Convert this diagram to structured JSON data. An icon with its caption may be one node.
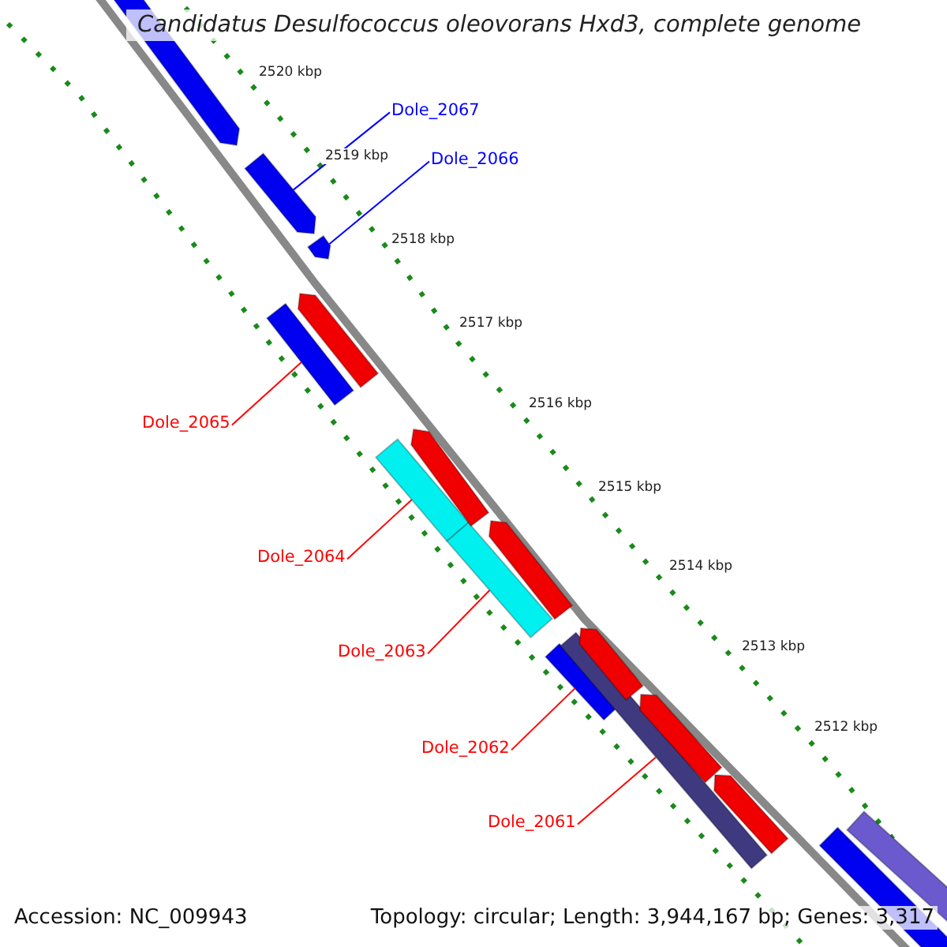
{
  "diagram": {
    "title": "Candidatus Desulfococcus oleovorans Hxd3, complete genome",
    "nodes": [
      {
        "text": [
          "Dole_2067"
        ]
      },
      {
        "text": [
          "Dole_2066"
        ]
      },
      {
        "text": [
          "Dole_2065"
        ]
      },
      {
        "text": [
          "Dole_2064"
        ]
      },
      {
        "text": [
          "Dole_2063"
        ]
      },
      {
        "text": [
          "Dole_2062"
        ]
      },
      {
        "text": [
          "Dole_2061"
        ]
      },
      {
        "text": [],
        "shape": "bar"
      },
      {
        "text": [],
        "shape": "bar"
      },
      {
        "text": [],
        "shape": "bar"
      },
      {
        "text": [],
        "shape": "bar"
      },
      {
        "text": [],
        "shape": "bar"
      },
      {
        "text": [],
        "shape": "bar"
      },
      {
        "text": [],
        "shape": "bar"
      },
      {
        "text": [],
        "shape": "bar"
      },
      {
        "text": [],
        "shape": "bar"
      },
      {
        "text": [],
        "shape": "bar"
      },
      {
        "text": [],
        "shape": "bar"
      },
      {
        "text": [],
        "shape": "bar"
      },
      {
        "text": [],
        "shape": "bar"
      },
      {
        "text": [],
        "shape": "bar"
      },
      {
        "text": [],
        "shape": "bar"
      },
      {
        "text": [],
        "shape": "bar"
      }
    ],
    "edges": [
      {
        "from": 0,
        "to": 7,
        "arrow": "none",
        "color": "#0000ff"
      },
      {
        "from": 1,
        "to": 8,
        "arrow": "none",
        "color": "#0000ff"
      },
      {
        "from": 2,
        "to": 9,
        "arrow": "none"
      },
      {
        "from": 3,
        "to": 10,
        "arrow": "none"
      },
      {
        "from": 4,
        "to": 11,
        "arrow": "none"
      },
      {
        "from": 5,
        "to": 12,
        "arrow": "none"
      },
      {
        "from": 6,
        "to": 13,
        "arrow": "none"
      }
    ],
    "labels": [
      "2520 kbp",
      "2519 kbp",
      "2518 kbp",
      "2517 kbp",
      "2516 kbp",
      "2515 kbp",
      "2514 kbp",
      "2513 kbp",
      "2512 kbp",
      "Accession: NC_009943",
      "Topology: circular; Length: 3,944,167 bp; Genes: 3,317"
    ]
  }
}
